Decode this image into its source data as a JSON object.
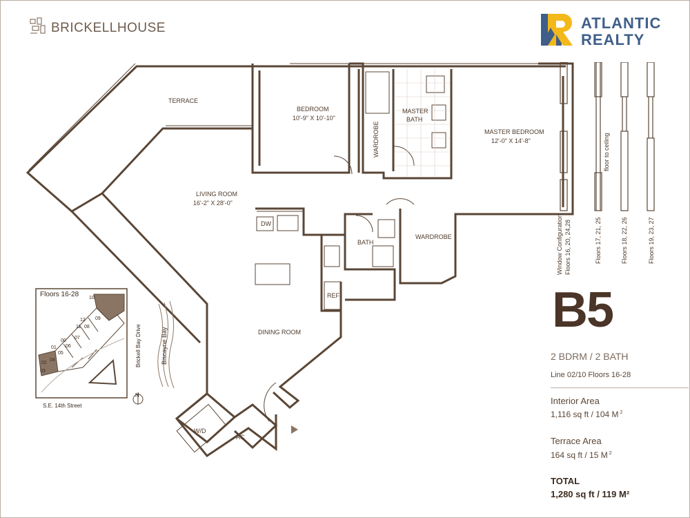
{
  "brand": {
    "name": "BRICKELLHOUSE"
  },
  "realty": {
    "line1": "ATLANTIC",
    "line2": "REALTY"
  },
  "rooms": {
    "terrace": "TERRACE",
    "bedroom": "BEDROOM",
    "bedroom_dim": "10'-9\" X 10'-10\"",
    "master_bath_1": "MASTER",
    "master_bath_2": "BATH",
    "master_bedroom": "MASTER BEDROOM",
    "master_bedroom_dim": "12'-0\" X 14'-8\"",
    "wardrobe_1": "WARDROBE",
    "living_room": "LIVING ROOM",
    "living_room_dim": "16'-2\" X 28'-0\"",
    "dw": "DW",
    "bath": "BATH",
    "wardrobe_2": "WARDROBE",
    "ref": "REF",
    "dining_room": "DINING ROOM",
    "wd": "W/D",
    "ac": "AC"
  },
  "window_config": {
    "title_1": "Window Configuration",
    "title_2": "Floors 16, 20, 24,28",
    "col2": "Floors 17, 21, 25",
    "col3": "Floors 18, 22, 26",
    "col4": "Floors 19, 23, 27",
    "note": "floor to ceiling"
  },
  "keyplan": {
    "title": "Floors 16-28",
    "units": [
      "01",
      "02",
      "03",
      "04",
      "05",
      "06",
      "07",
      "08",
      "09",
      "10",
      "11",
      "12",
      "00"
    ],
    "street": "S.E. 14th Street",
    "drive": "Brickell Bay Drive",
    "bay": "Biscayne Bay",
    "north": "N"
  },
  "unit": {
    "name": "B5",
    "beds_baths": "2 BDRM  / 2 BATH",
    "line_info": "Line 02/10  Floors 16-28",
    "interior_label": "Interior Area",
    "interior_value": "1,116 sq ft / 104 M",
    "interior_sup": "2",
    "terrace_label": "Terrace Area",
    "terrace_value": "164 sq ft / 15 M",
    "terrace_sup": "2",
    "total_label": "TOTAL",
    "total_value": "1,280 sq ft / 119 M²"
  },
  "colors": {
    "wall": "#5a4636",
    "accent_brown": "#8a7565",
    "logo_blue": "#3f5f8a",
    "logo_yellow": "#f3b81a"
  }
}
